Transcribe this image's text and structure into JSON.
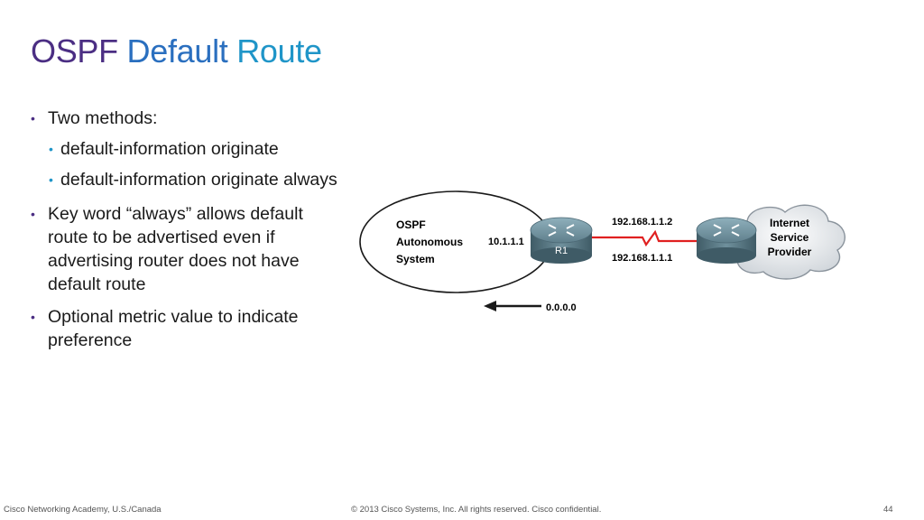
{
  "title": {
    "word1": "OSPF",
    "word2": "Default",
    "word3": "Route"
  },
  "bullets": {
    "b1": "Two methods:",
    "b1a": "default-information originate",
    "b1b": "default-information originate always",
    "b2": "Key word “always” allows default route to be advertised even if advertising router does not have default route",
    "b3": "Optional metric value to indicate preference"
  },
  "diagram": {
    "as_label_1": "OSPF",
    "as_label_2": "Autonomous",
    "as_label_3": "System",
    "r1_ip": "10.1.1.1",
    "r1_name": "R1",
    "isp_ip": "192.168.1.1.2",
    "r1_serial_ip": "192.168.1.1.1",
    "isp_label_1": "Internet",
    "isp_label_2": "Service",
    "isp_label_3": "Provider",
    "default_route": "0.0.0.0",
    "colors": {
      "router_body": "#5f7f8c",
      "serial_link": "#e02020",
      "cloud": "#d8dde2"
    }
  },
  "footer": {
    "left": "Cisco Networking Academy, U.S./Canada",
    "center": "© 2013 Cisco Systems, Inc. All rights reserved. Cisco confidential.",
    "page": "44"
  }
}
